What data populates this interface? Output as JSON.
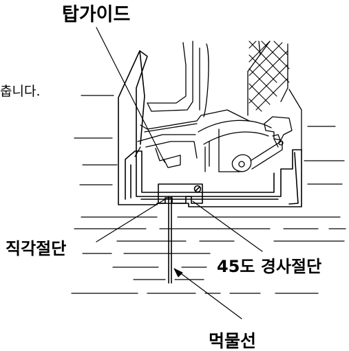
{
  "labels": {
    "tap_guide": "탑가이드",
    "cut_fragment": "춥니다.",
    "right_angle_cut": "직각절단",
    "bevel_cut": "45도 경사절단",
    "ink_line": "먹물선"
  }
}
